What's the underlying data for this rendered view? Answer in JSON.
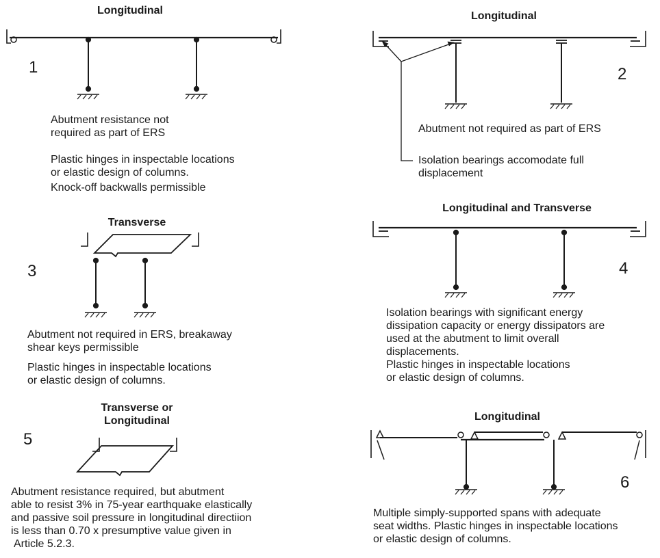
{
  "panels": {
    "p1": {
      "title": "Longitudinal",
      "number": "1",
      "lines": [
        "Abutment resistance not",
        "required as part of ERS",
        "",
        "Plastic hinges in inspectable locations",
        "or elastic design of columns.",
        "Knock-off backwalls permissible"
      ]
    },
    "p2": {
      "title": "Longitudinal",
      "number": "2",
      "lines": [
        "Abutment not required as part of ERS"
      ],
      "callout": [
        "Isolation bearings accomodate full",
        "displacement"
      ]
    },
    "p3": {
      "title": "Transverse",
      "number": "3",
      "lines": [
        "Abutment not required in ERS, breakaway",
        "shear keys permissible",
        "Plastic hinges in inspectable locations",
        "or elastic design of columns."
      ]
    },
    "p4": {
      "title": "Longitudinal and Transverse",
      "number": "4",
      "lines": [
        "Isolation bearings with significant energy",
        "dissipation capacity or energy dissipators are",
        "used at the abutment to limit overall",
        "displacements.",
        "Plastic hinges in inspectable locations",
        "or elastic design of columns."
      ]
    },
    "p5": {
      "title_lines": [
        "Transverse or",
        "Longitudinal"
      ],
      "number": "5",
      "lines": [
        "Abutment resistance required, but abutment",
        "able to resist 3% in 75-year earthquake elastically",
        "and passive soil pressure in longitudinal directiion",
        "is less than 0.70 x presumptive value given in",
        "Article 5.2.3."
      ]
    },
    "p6": {
      "title": "Longitudinal",
      "number": "6",
      "lines": [
        "Multiple simply-supported spans with adequate",
        "seat widths. Plastic hinges in inspectable locations",
        "or elastic design of columns."
      ]
    }
  }
}
